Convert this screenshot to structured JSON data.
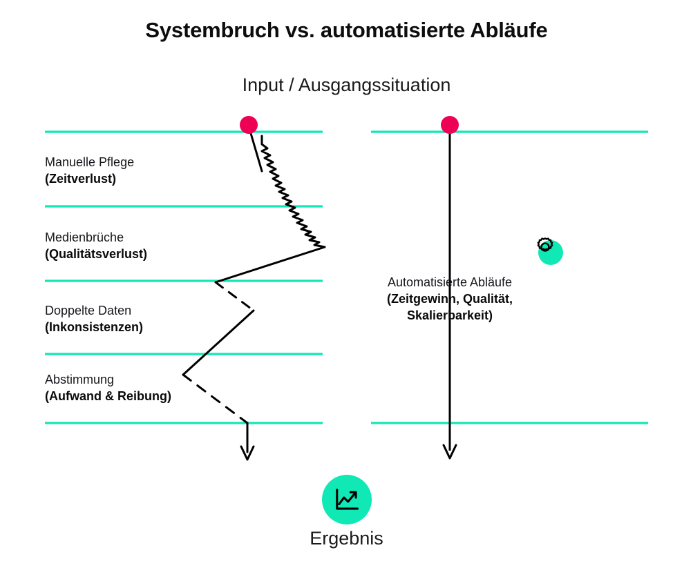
{
  "header": {
    "title": "Systembruch vs. automatisierte Abläufe",
    "subtitle": "Input / Ausgangssituation"
  },
  "colors": {
    "teal": "#10E8B6",
    "pink": "#EE0055",
    "line": "#000000",
    "background": "#FFFFFF",
    "text": "#111111"
  },
  "left_column": {
    "marker": "pink-dot",
    "path_style": "zigzag-broken",
    "stages": [
      {
        "lead": "Manuelle Pflege",
        "emph": "(Zeitverlust)"
      },
      {
        "lead": "Medienbrüche",
        "emph": "(Qualitätsverlust)"
      },
      {
        "lead": "Doppelte Daten",
        "emph": "(Inkonsistenzen)"
      },
      {
        "lead": "Abstimmung",
        "emph": "(Aufwand & Reibung)"
      }
    ]
  },
  "right_column": {
    "marker": "pink-dot",
    "path_style": "straight-vertical",
    "icon": "gear-icon",
    "lead": "Automatisierte Abläufe",
    "emph_line_1": "(Zeitgewinn, Qualität,",
    "emph_line_2": "Skalierbarkeit)"
  },
  "footer": {
    "icon": "chart-line-up-icon",
    "label": "Ergebnis"
  },
  "dividers": {
    "count": 5,
    "left_x_start": 65,
    "left_x_end": 467,
    "right_x_start": 537,
    "right_x_end": 938,
    "y_positions": [
      191,
      299,
      407,
      513,
      613
    ],
    "full_width_rows": [
      0,
      4
    ]
  }
}
